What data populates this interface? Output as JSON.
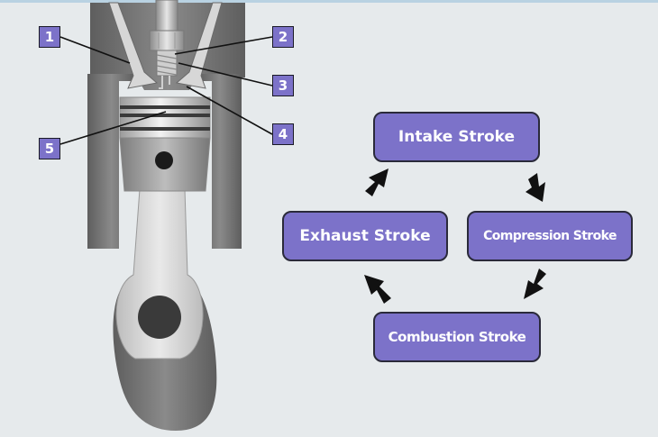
{
  "diagram": {
    "callouts": [
      "1",
      "2",
      "3",
      "4",
      "5"
    ],
    "cycle": {
      "intake": "Intake Stroke",
      "compression": "Compression Stroke",
      "combustion": "Combustion Stroke",
      "exhaust": "Exhaust Stroke"
    }
  },
  "colors": {
    "background": "#e6eaec",
    "box_fill": "#7c72c9",
    "box_border": "#2a2a3a",
    "metal_dark": "#6e6e6e",
    "metal_light": "#c8c8c8",
    "arrow": "#111111"
  }
}
